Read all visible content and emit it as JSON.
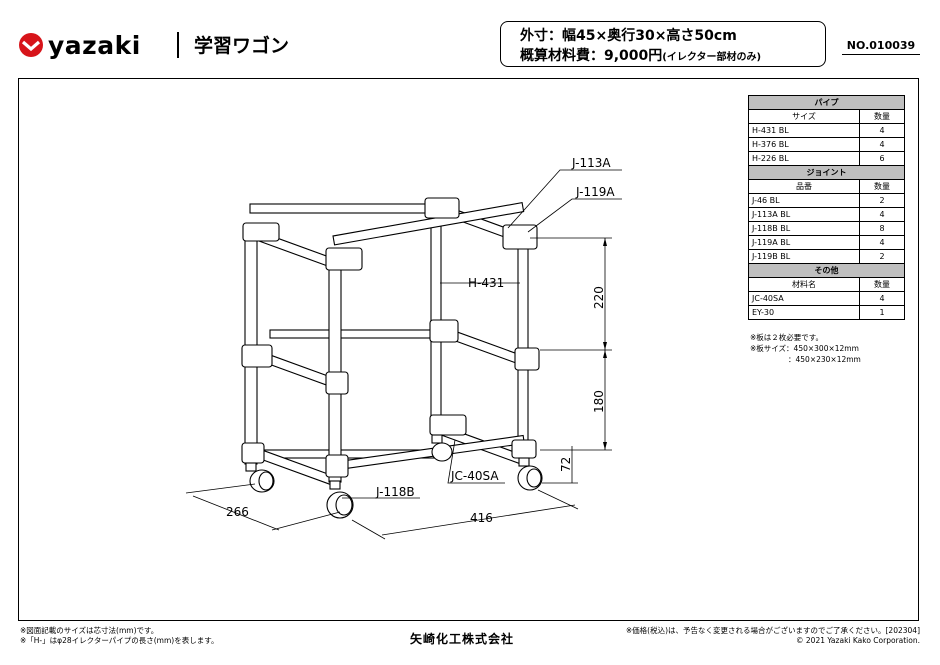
{
  "header": {
    "brand": "yazaki",
    "title": "学習ワゴン",
    "spec_dimensions": "外寸：幅45×奥行30×高さ50cm",
    "spec_cost_label": "概算材料費：9,000円",
    "spec_cost_note": "(イレクター部材のみ)",
    "doc_number": "NO.010039",
    "brand_color": "#d7141a"
  },
  "drawing": {
    "labels": {
      "j113a": "J-113A",
      "j119a": "J-119A",
      "h431": "H-431",
      "jc40sa": "JC-40SA",
      "j118b": "J-118B"
    },
    "dimensions": {
      "upper": "220",
      "middle": "180",
      "bottom": "72",
      "depth": "266",
      "width": "416"
    }
  },
  "parts_table": {
    "pipe_section": "パイプ",
    "pipe_header": {
      "name": "サイズ",
      "qty": "数量"
    },
    "pipes": [
      {
        "name": "H-431 BL",
        "qty": "4"
      },
      {
        "name": "H-376 BL",
        "qty": "4"
      },
      {
        "name": "H-226 BL",
        "qty": "6"
      }
    ],
    "joint_section": "ジョイント",
    "joint_header": {
      "name": "品番",
      "qty": "数量"
    },
    "joints": [
      {
        "name": "J-46 BL",
        "qty": "2"
      },
      {
        "name": "J-113A BL",
        "qty": "4"
      },
      {
        "name": "J-118B BL",
        "qty": "8"
      },
      {
        "name": "J-119A BL",
        "qty": "4"
      },
      {
        "name": "J-119B BL",
        "qty": "2"
      }
    ],
    "other_section": "その他",
    "other_header": {
      "name": "材料名",
      "qty": "数量"
    },
    "others": [
      {
        "name": "JC-40SA",
        "qty": "4"
      },
      {
        "name": "EY-30",
        "qty": "1"
      }
    ]
  },
  "notes": {
    "line1": "※板は２枚必要です。",
    "line2": "※板サイズ：450×300×12mm",
    "line3": "：450×230×12mm"
  },
  "footer": {
    "left1": "※図面記載のサイズは芯寸法(mm)です。",
    "left2": "※「H-」はφ28イレクターパイプの長さ(mm)を表します。",
    "company": "矢崎化工株式会社",
    "right1": "※価格(税込)は、予告なく変更される場合がございますのでご了承ください。[202304]",
    "right2": "© 2021 Yazaki Kako Corporation."
  }
}
